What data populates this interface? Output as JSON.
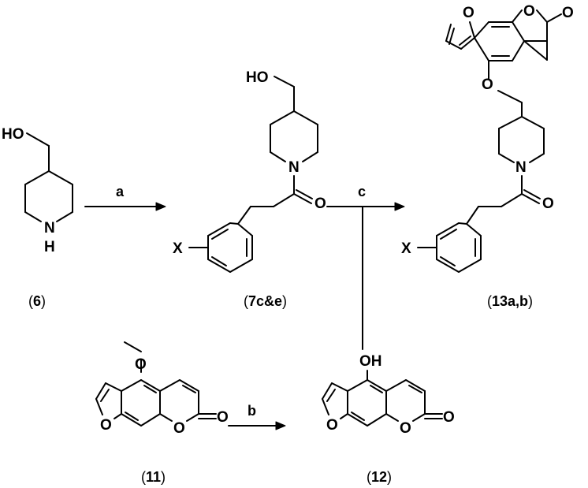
{
  "compounds": {
    "c6": {
      "label_open": "(",
      "label_id": "6",
      "label_close": ")"
    },
    "c7": {
      "label_open": "(",
      "label_id": "7c&e",
      "label_close": ")"
    },
    "c13": {
      "label_open": "(",
      "label_id": "13a,b",
      "label_close": ")"
    },
    "c11": {
      "label_open": "(",
      "label_id": "11",
      "label_close": ")"
    },
    "c12": {
      "label_open": "(",
      "label_id": "12",
      "label_close": ")"
    }
  },
  "reagents": {
    "a": "a",
    "b": "b",
    "c": "c"
  },
  "atoms": {
    "ho": "HO",
    "n": "N",
    "h": "H",
    "o": "O",
    "oh": "OH",
    "x": "X"
  }
}
